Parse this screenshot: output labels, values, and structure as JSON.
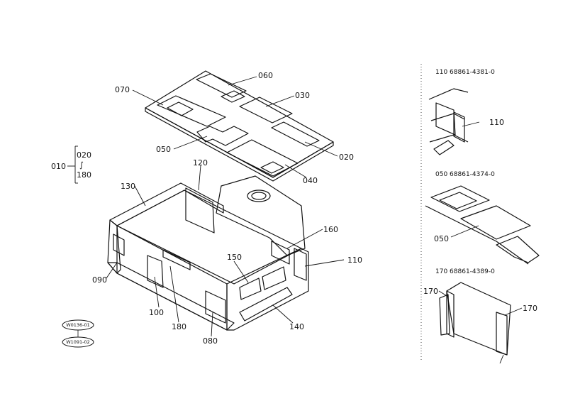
{
  "labels": {
    "p010": "010",
    "p020a": "020",
    "p180a": "180",
    "p020b": "020",
    "p030": "030",
    "p040": "040",
    "p050": "050",
    "p060": "060",
    "p070": "070",
    "p080": "080",
    "p090": "090",
    "p100": "100",
    "p110": "110",
    "p120": "120",
    "p130": "130",
    "p140": "140",
    "p150": "150",
    "p160": "160",
    "p180b": "180",
    "brace": "∫"
  },
  "detail_110": {
    "header": "110   68861-4381-0",
    "callout": "110"
  },
  "detail_050": {
    "header": "050   68861-4374-0",
    "callout": "050"
  },
  "detail_170": {
    "header": "170   68861-4389-0",
    "callout_left": "170",
    "callout_right": "170"
  },
  "serial_tags": [
    "W0136-01",
    "W1091-02"
  ]
}
